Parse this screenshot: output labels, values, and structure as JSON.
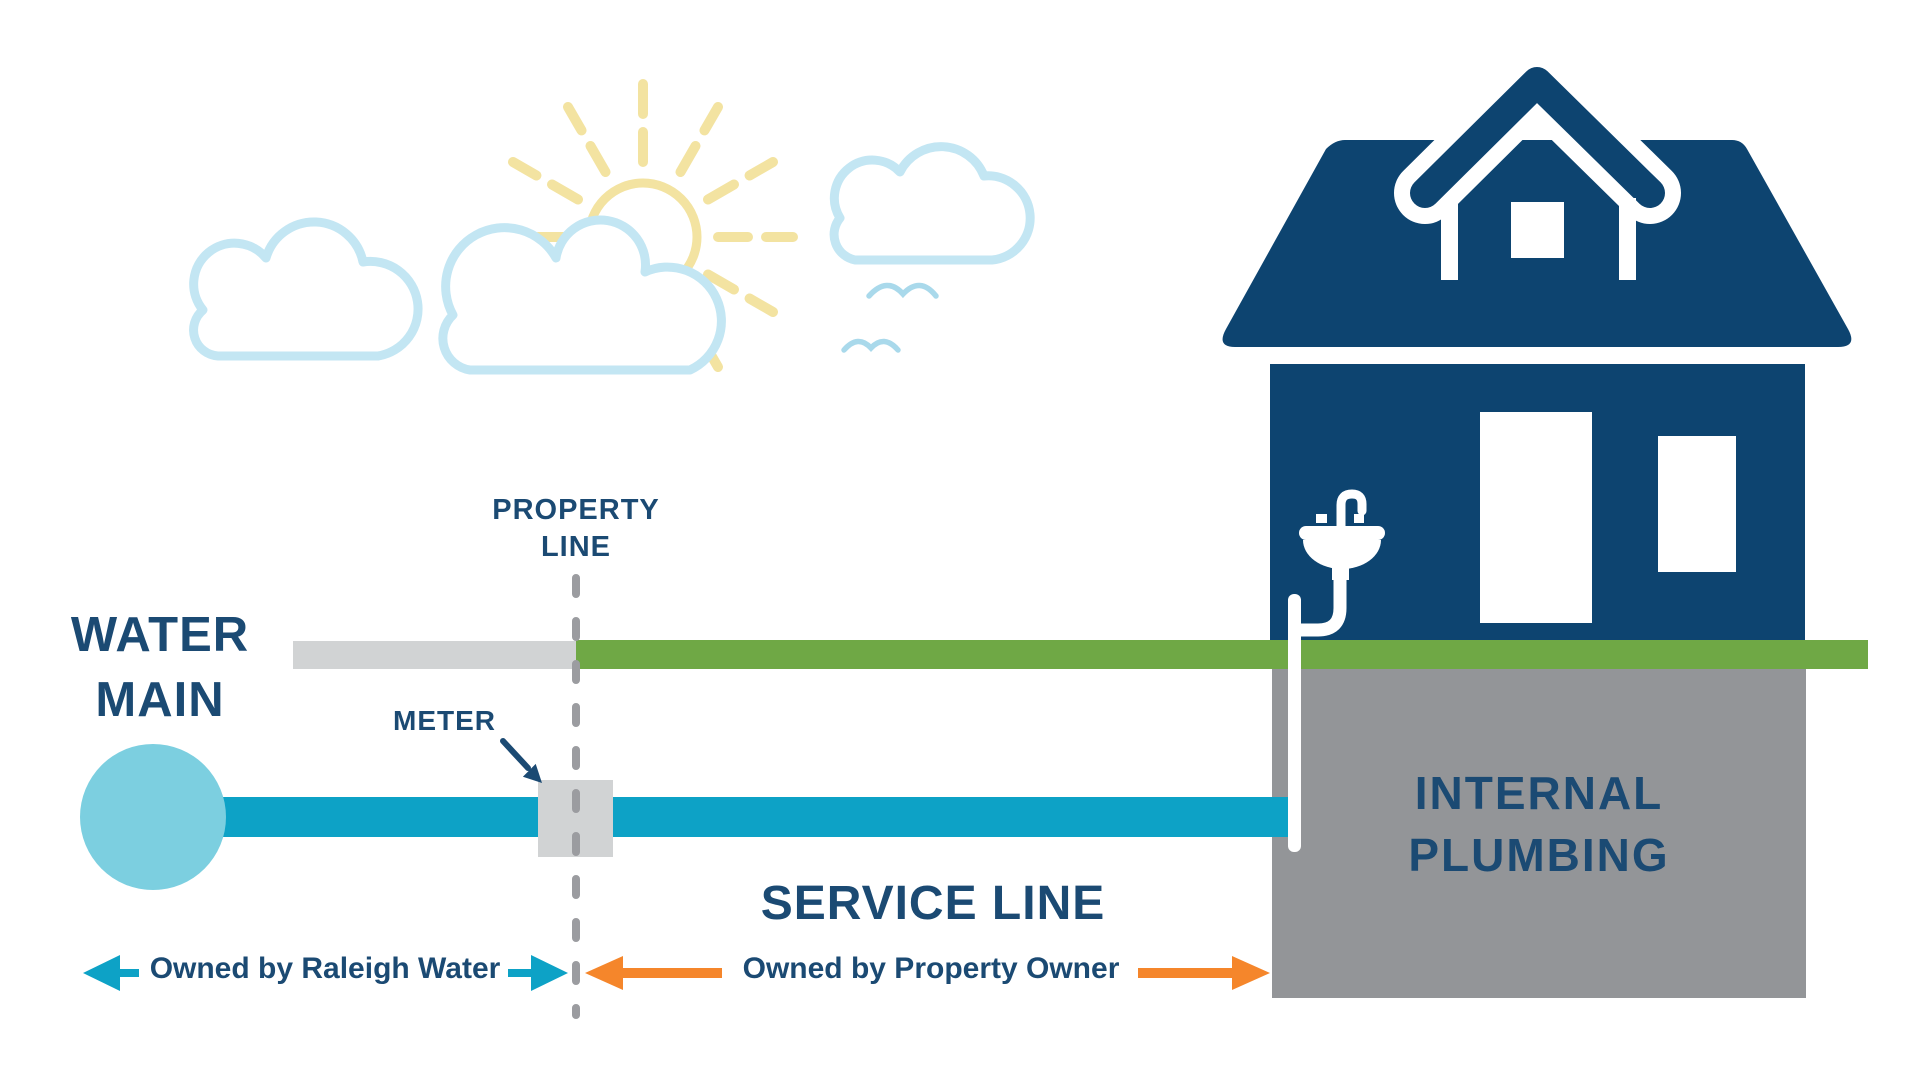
{
  "title": "Water service line ownership diagram",
  "labels": {
    "property_line": "PROPERTY\nLINE",
    "water_main": "WATER\nMAIN",
    "meter": "METER",
    "service_line": "SERVICE LINE",
    "internal_plumbing": "INTERNAL\nPLUMBING",
    "owned_by_raleigh_water": "Owned by Raleigh Water",
    "owned_by_property_owner": "Owned by Property Owner"
  },
  "icons": [
    "sun-icon",
    "cloud-icon",
    "bird-icon",
    "house-icon",
    "dormer-icon",
    "sink-faucet-icon",
    "water-main-circle",
    "meter-box",
    "left-arrow-icon",
    "right-arrow-icon"
  ],
  "colors": {
    "navy": "#0d4470",
    "text-navy": "#1b4a73",
    "green": "#6fa845",
    "pipe-gray": "#d1d3d4",
    "underground-gray": "#939598",
    "service-cyan": "#0da2c6",
    "water-main-blue": "#7ccfe0",
    "orange": "#f5862b",
    "dash-gray": "#9b9ca0",
    "cloud-blue": "#c3e6f3",
    "sun-yellow": "#f3e3a1",
    "bird-blue": "#a9d9eb"
  }
}
